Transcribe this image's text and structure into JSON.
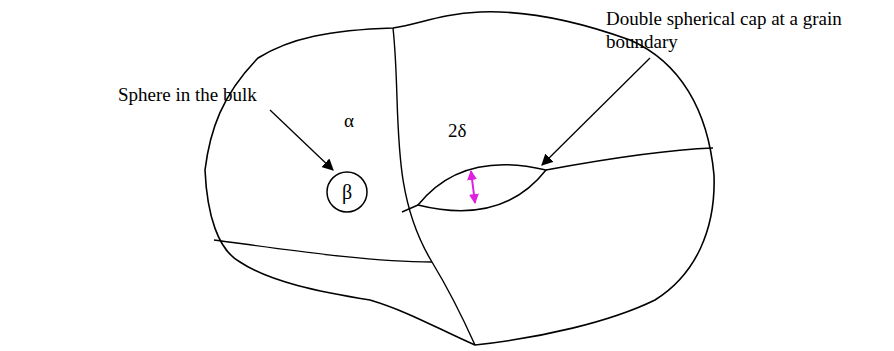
{
  "diagram": {
    "nodes": [
      {
        "text": [
          "β"
        ]
      }
    ],
    "labels": [
      "Sphere in the bulk",
      "α",
      "2δ",
      "Double spherical cap at a grain boundary"
    ]
  }
}
